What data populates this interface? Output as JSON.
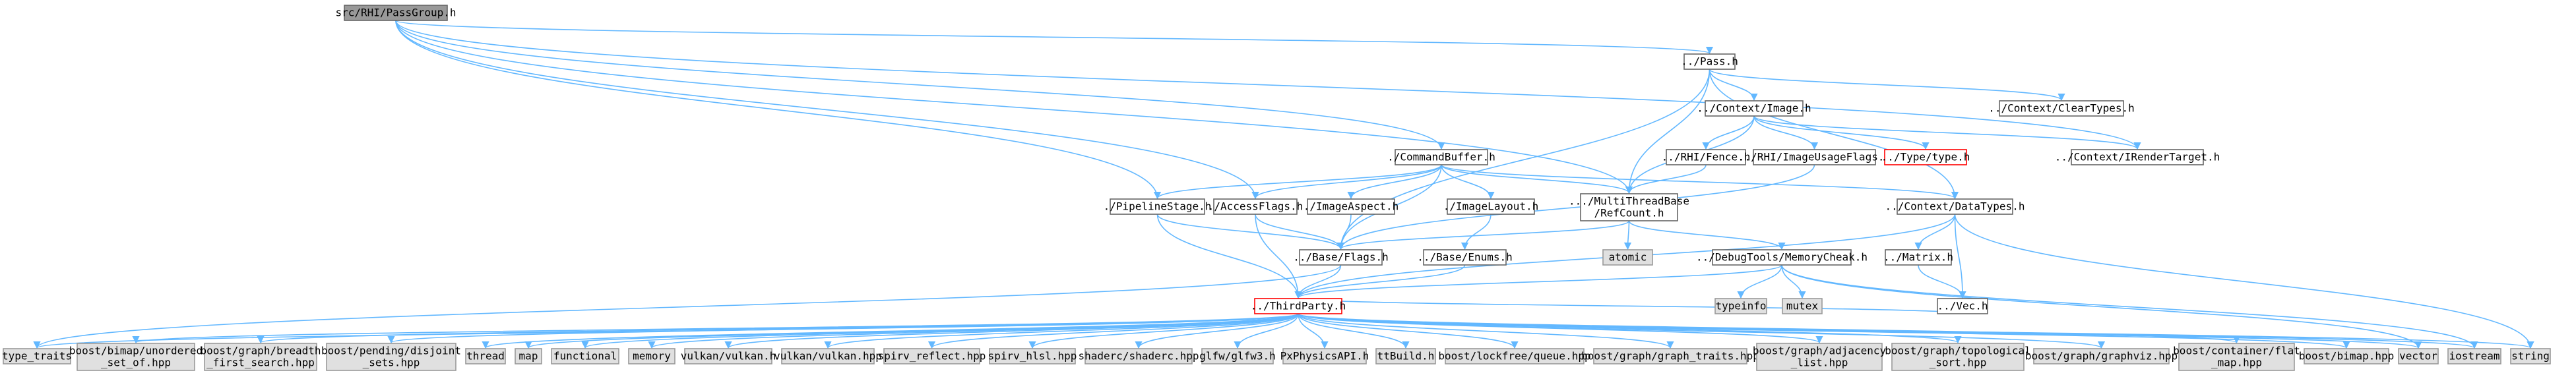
{
  "colors": {
    "root_fill": "#999999",
    "root_stroke": "#666666",
    "node_fill": "#ffffff",
    "node_stroke": "#666666",
    "external_fill": "#e0e0e0",
    "external_stroke": "#999999",
    "missing_stroke": "#ff0000",
    "edge": "#63b8ff",
    "text": "#000000"
  },
  "nodes": [
    {
      "id": "root",
      "lines": [
        "src/RHI/PassGroup.h"
      ],
      "style": "root"
    },
    {
      "id": "pass",
      "lines": [
        "../Pass.h"
      ],
      "style": "node"
    },
    {
      "id": "clearTypes",
      "lines": [
        "../Context/ClearTypes.h"
      ],
      "style": "node"
    },
    {
      "id": "image",
      "lines": [
        "../Context/Image.h"
      ],
      "style": "node"
    },
    {
      "id": "renderTarget",
      "lines": [
        "../Context/IRenderTarget.h"
      ],
      "style": "node"
    },
    {
      "id": "fence",
      "lines": [
        "../RHI/Fence.h"
      ],
      "style": "node"
    },
    {
      "id": "imageUsage",
      "lines": [
        "../RHI/ImageUsageFlags.h"
      ],
      "style": "node"
    },
    {
      "id": "typeh",
      "lines": [
        "../Type/type.h"
      ],
      "style": "missing"
    },
    {
      "id": "commandBuffer",
      "lines": [
        "./CommandBuffer.h"
      ],
      "style": "node"
    },
    {
      "id": "pipelineStage",
      "lines": [
        "./PipelineStage.h"
      ],
      "style": "node"
    },
    {
      "id": "accessFlags",
      "lines": [
        "./AccessFlags.h"
      ],
      "style": "node"
    },
    {
      "id": "imageAspect",
      "lines": [
        "./ImageAspect.h"
      ],
      "style": "node"
    },
    {
      "id": "imageLayout",
      "lines": [
        "./ImageLayout.h"
      ],
      "style": "node"
    },
    {
      "id": "refCount",
      "lines": [
        ".../MultiThreadBase",
        "/RefCount.h"
      ],
      "style": "node"
    },
    {
      "id": "dataTypes",
      "lines": [
        "../Context/DataTypes.h"
      ],
      "style": "node"
    },
    {
      "id": "flags",
      "lines": [
        "../Base/Flags.h"
      ],
      "style": "node"
    },
    {
      "id": "enums",
      "lines": [
        "../Base/Enums.h"
      ],
      "style": "node"
    },
    {
      "id": "atomic",
      "lines": [
        "atomic"
      ],
      "style": "external"
    },
    {
      "id": "memoryCheck",
      "lines": [
        "../DebugTools/MemoryCheak.h"
      ],
      "style": "node"
    },
    {
      "id": "matrix",
      "lines": [
        "../Matrix.h"
      ],
      "style": "node"
    },
    {
      "id": "vec",
      "lines": [
        "../Vec.h"
      ],
      "style": "node"
    },
    {
      "id": "thirdParty",
      "lines": [
        "../ThirdParty.h"
      ],
      "style": "missing"
    },
    {
      "id": "typeinfo",
      "lines": [
        "typeinfo"
      ],
      "style": "external"
    },
    {
      "id": "mutex",
      "lines": [
        "mutex"
      ],
      "style": "external"
    },
    {
      "id": "typeTraits",
      "lines": [
        "type_traits"
      ],
      "style": "external"
    },
    {
      "id": "unorderedSet",
      "lines": [
        "boost/bimap/unordered",
        "_set_of.hpp"
      ],
      "style": "external"
    },
    {
      "id": "breadthFirst",
      "lines": [
        "boost/graph/breadth",
        "_first_search.hpp"
      ],
      "style": "external"
    },
    {
      "id": "disjointSets",
      "lines": [
        "boost/pending/disjoint",
        "_sets.hpp"
      ],
      "style": "external"
    },
    {
      "id": "thread",
      "lines": [
        "thread"
      ],
      "style": "external"
    },
    {
      "id": "map",
      "lines": [
        "map"
      ],
      "style": "external"
    },
    {
      "id": "functional",
      "lines": [
        "functional"
      ],
      "style": "external"
    },
    {
      "id": "memory",
      "lines": [
        "memory"
      ],
      "style": "external"
    },
    {
      "id": "vulkanH",
      "lines": [
        "vulkan/vulkan.h"
      ],
      "style": "external"
    },
    {
      "id": "vulkanHpp",
      "lines": [
        "vulkan/vulkan.hpp"
      ],
      "style": "external"
    },
    {
      "id": "spirvReflect",
      "lines": [
        "spirv_reflect.hpp"
      ],
      "style": "external"
    },
    {
      "id": "spirvHlsl",
      "lines": [
        "spirv_hlsl.hpp"
      ],
      "style": "external"
    },
    {
      "id": "shaderc",
      "lines": [
        "shaderc/shaderc.hpp"
      ],
      "style": "external"
    },
    {
      "id": "glfw",
      "lines": [
        "glfw/glfw3.h"
      ],
      "style": "external"
    },
    {
      "id": "physx",
      "lines": [
        "PxPhysicsAPI.h"
      ],
      "style": "external"
    },
    {
      "id": "ttbuild",
      "lines": [
        "ttBuild.h"
      ],
      "style": "external"
    },
    {
      "id": "lockfree",
      "lines": [
        "boost/lockfree/queue.hpp"
      ],
      "style": "external"
    },
    {
      "id": "graphTraits",
      "lines": [
        "boost/graph/graph_traits.hpp"
      ],
      "style": "external"
    },
    {
      "id": "adjacency",
      "lines": [
        "boost/graph/adjacency",
        "_list.hpp"
      ],
      "style": "external"
    },
    {
      "id": "topological",
      "lines": [
        "boost/graph/topological",
        "_sort.hpp"
      ],
      "style": "external"
    },
    {
      "id": "graphviz",
      "lines": [
        "boost/graph/graphviz.hpp"
      ],
      "style": "external"
    },
    {
      "id": "flatMap",
      "lines": [
        "boost/container/flat",
        "_map.hpp"
      ],
      "style": "external"
    },
    {
      "id": "bimap",
      "lines": [
        "boost/bimap.hpp"
      ],
      "style": "external"
    },
    {
      "id": "vector",
      "lines": [
        "vector"
      ],
      "style": "external"
    },
    {
      "id": "iostream",
      "lines": [
        "iostream"
      ],
      "style": "external"
    },
    {
      "id": "string",
      "lines": [
        "string"
      ],
      "style": "external"
    }
  ],
  "edges": [
    [
      "root",
      "pass"
    ],
    [
      "root",
      "renderTarget"
    ],
    [
      "root",
      "commandBuffer"
    ],
    [
      "root",
      "pipelineStage"
    ],
    [
      "root",
      "accessFlags"
    ],
    [
      "root",
      "refCount"
    ],
    [
      "pass",
      "clearTypes"
    ],
    [
      "pass",
      "image"
    ],
    [
      "pass",
      "dataTypes"
    ],
    [
      "pass",
      "refCount"
    ],
    [
      "pass",
      "flags"
    ],
    [
      "image",
      "renderTarget"
    ],
    [
      "image",
      "fence"
    ],
    [
      "image",
      "imageUsage"
    ],
    [
      "image",
      "typeh"
    ],
    [
      "image",
      "refCount"
    ],
    [
      "fence",
      "refCount"
    ],
    [
      "imageUsage",
      "flags"
    ],
    [
      "commandBuffer",
      "pipelineStage"
    ],
    [
      "commandBuffer",
      "accessFlags"
    ],
    [
      "commandBuffer",
      "imageAspect"
    ],
    [
      "commandBuffer",
      "imageLayout"
    ],
    [
      "commandBuffer",
      "refCount"
    ],
    [
      "commandBuffer",
      "dataTypes"
    ],
    [
      "commandBuffer",
      "flags"
    ],
    [
      "pipelineStage",
      "flags"
    ],
    [
      "pipelineStage",
      "thirdParty"
    ],
    [
      "accessFlags",
      "flags"
    ],
    [
      "accessFlags",
      "thirdParty"
    ],
    [
      "imageAspect",
      "flags"
    ],
    [
      "imageLayout",
      "enums"
    ],
    [
      "refCount",
      "atomic"
    ],
    [
      "refCount",
      "memoryCheck"
    ],
    [
      "refCount",
      "flags"
    ],
    [
      "dataTypes",
      "matrix"
    ],
    [
      "dataTypes",
      "vec"
    ],
    [
      "dataTypes",
      "thirdParty"
    ],
    [
      "dataTypes",
      "string"
    ],
    [
      "matrix",
      "vec"
    ],
    [
      "flags",
      "thirdParty"
    ],
    [
      "flags",
      "typeTraits"
    ],
    [
      "enums",
      "thirdParty"
    ],
    [
      "memoryCheck",
      "thirdParty"
    ],
    [
      "memoryCheck",
      "typeinfo"
    ],
    [
      "memoryCheck",
      "mutex"
    ],
    [
      "memoryCheck",
      "iostream"
    ],
    [
      "memoryCheck",
      "vector"
    ],
    [
      "vec",
      "thirdParty"
    ],
    [
      "thirdParty",
      "typeTraits"
    ],
    [
      "thirdParty",
      "unorderedSet"
    ],
    [
      "thirdParty",
      "breadthFirst"
    ],
    [
      "thirdParty",
      "disjointSets"
    ],
    [
      "thirdParty",
      "thread"
    ],
    [
      "thirdParty",
      "map"
    ],
    [
      "thirdParty",
      "functional"
    ],
    [
      "thirdParty",
      "memory"
    ],
    [
      "thirdParty",
      "vulkanH"
    ],
    [
      "thirdParty",
      "vulkanHpp"
    ],
    [
      "thirdParty",
      "spirvReflect"
    ],
    [
      "thirdParty",
      "spirvHlsl"
    ],
    [
      "thirdParty",
      "shaderc"
    ],
    [
      "thirdParty",
      "glfw"
    ],
    [
      "thirdParty",
      "physx"
    ],
    [
      "thirdParty",
      "ttbuild"
    ],
    [
      "thirdParty",
      "lockfree"
    ],
    [
      "thirdParty",
      "graphTraits"
    ],
    [
      "thirdParty",
      "adjacency"
    ],
    [
      "thirdParty",
      "topological"
    ],
    [
      "thirdParty",
      "graphviz"
    ],
    [
      "thirdParty",
      "flatMap"
    ],
    [
      "thirdParty",
      "bimap"
    ],
    [
      "thirdParty",
      "vector"
    ],
    [
      "thirdParty",
      "iostream"
    ],
    [
      "thirdParty",
      "string"
    ]
  ]
}
